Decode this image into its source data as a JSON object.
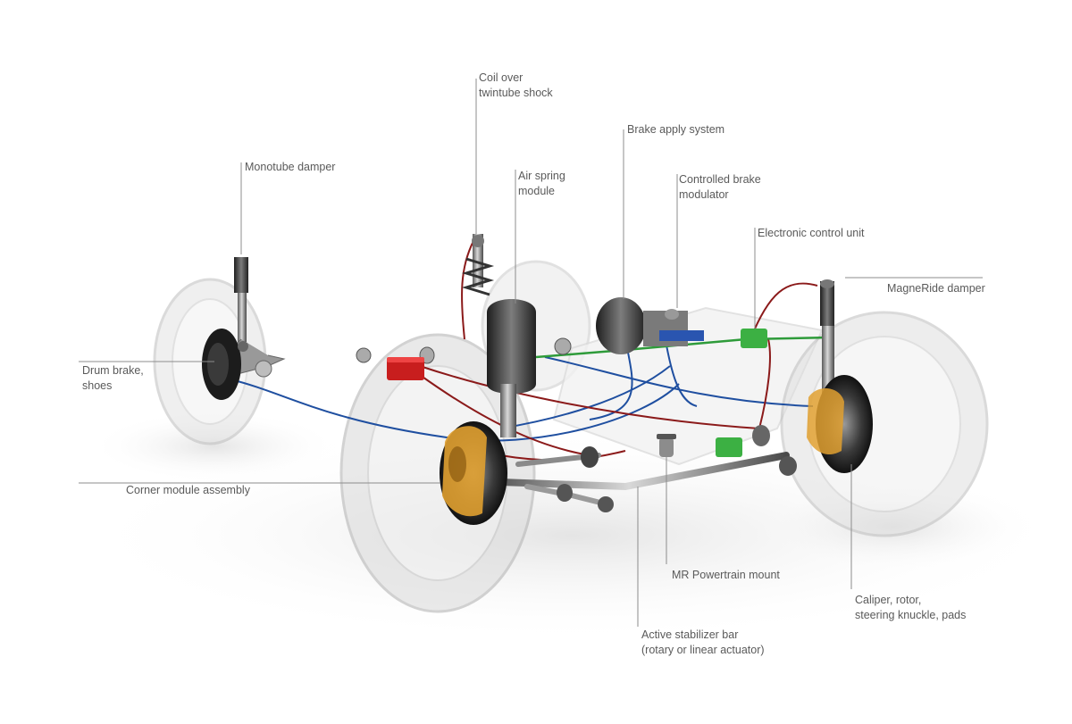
{
  "colors": {
    "label_text": "#5a5a5a",
    "leader_line": "#8c8c8c",
    "tire": "#d9d9d9",
    "brake_red_line": "#8b1a1a",
    "hydraulic_blue_line": "#1f4fa0",
    "control_green_line": "#2e9b3a",
    "ecu_green": "#3cb043",
    "modulator_red": "#c81e1e",
    "caliper_orange": "#e0a030"
  },
  "labels": {
    "coil_over": [
      "Coil over",
      "twintube shock"
    ],
    "brake_apply": [
      "Brake apply system"
    ],
    "monotube": [
      "Monotube damper"
    ],
    "air_spring": [
      "Air spring",
      "module"
    ],
    "controlled_brake": [
      "Controlled brake",
      "modulator"
    ],
    "ecu": [
      "Electronic control unit"
    ],
    "magneride": [
      "MagneRide damper"
    ],
    "drum_brake": [
      "Drum brake,",
      "shoes"
    ],
    "corner_module": [
      "Corner module assembly"
    ],
    "mr_powertrain": [
      "MR Powertrain mount"
    ],
    "caliper": [
      "Caliper, rotor,",
      "steering knuckle, pads"
    ],
    "stabilizer": [
      "Active stabilizer bar",
      "(rotary or linear actuator)"
    ]
  }
}
